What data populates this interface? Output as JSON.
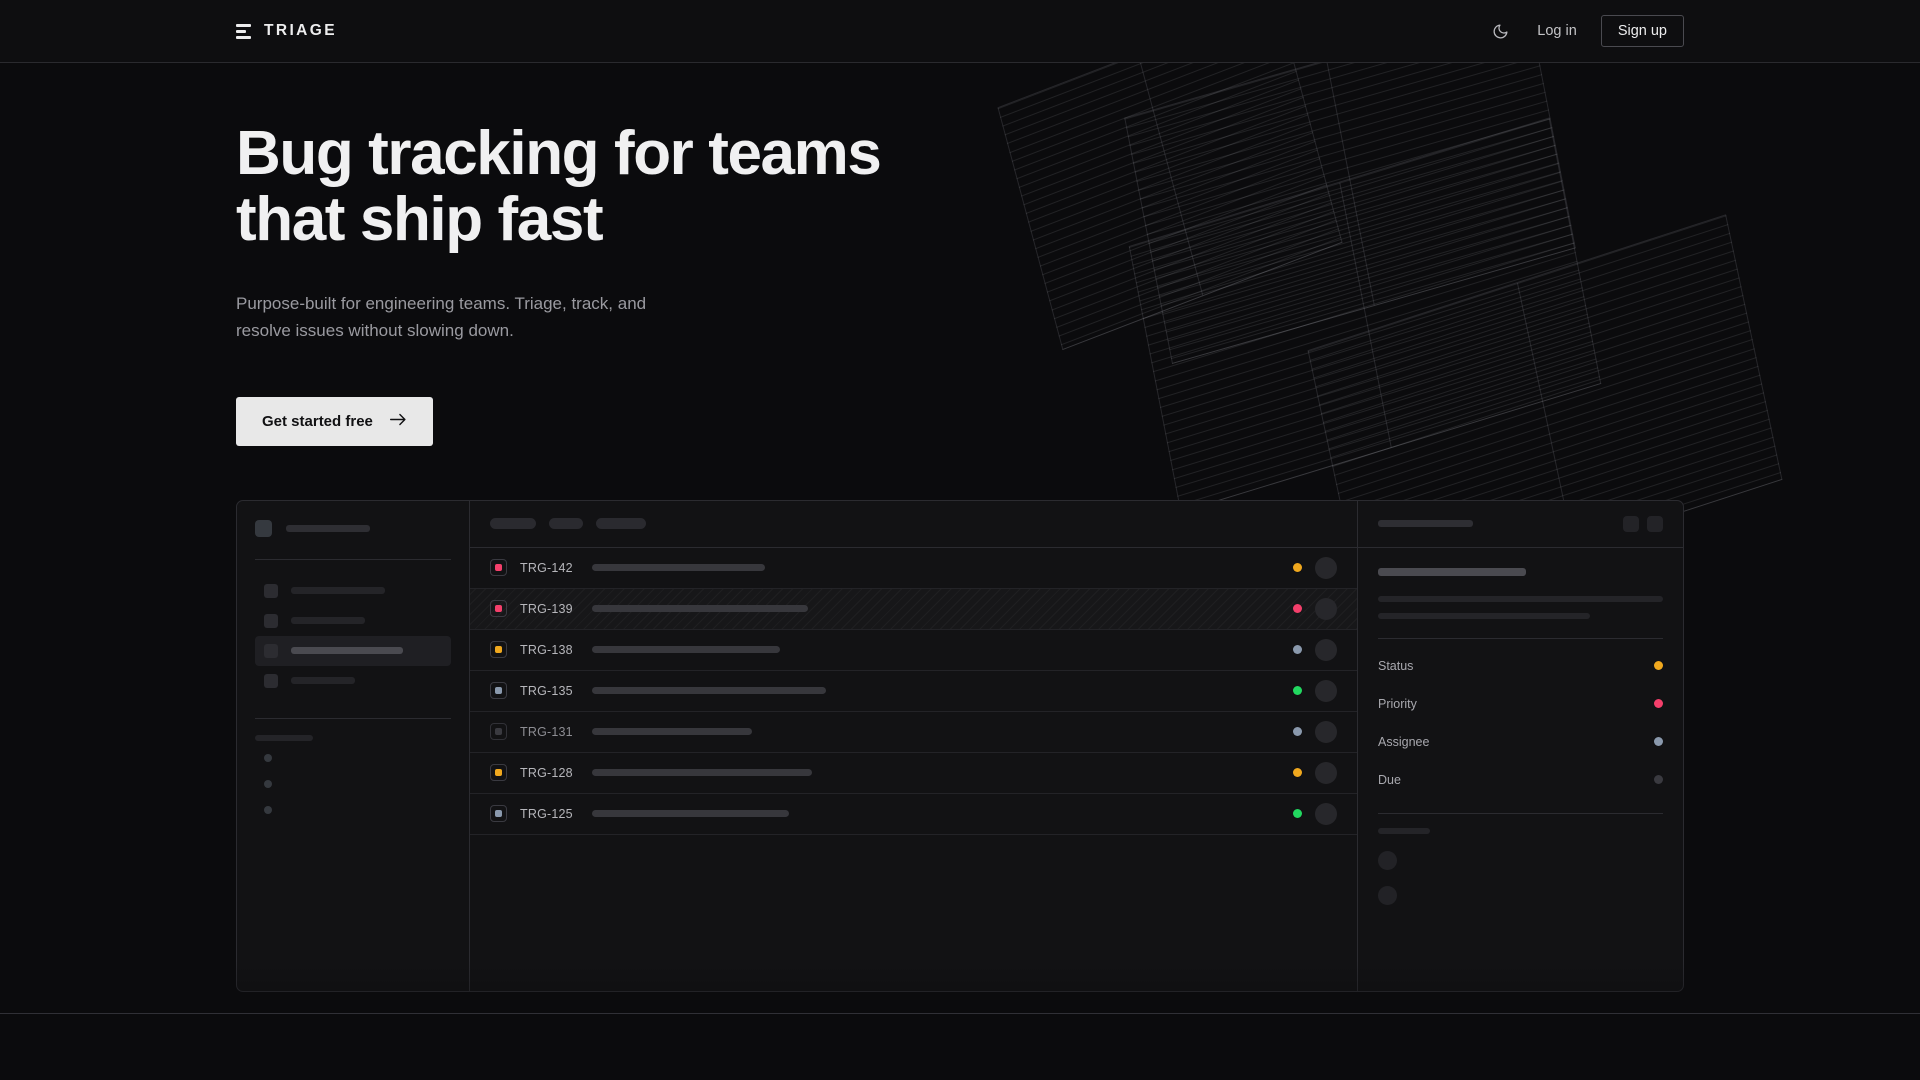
{
  "brand": {
    "name": "TRIAGE",
    "logo_icon": "triage-bars-icon"
  },
  "nav": {
    "theme_toggle_icon": "moon-icon",
    "login_label": "Log in",
    "signup_label": "Sign up"
  },
  "hero": {
    "title": "Bug tracking for teams\nthat ship fast",
    "subtitle": "Purpose-built for engineering teams. Triage, track, and\nresolve issues without slowing down.",
    "cta_label": "Get started free",
    "cta_icon": "arrow-right-icon"
  },
  "colors": {
    "page_bg": "#0b0b0d",
    "panel_bg": "#121214",
    "border": "#2b2b30",
    "accent_light": "#e8e8e8",
    "status_orange": "#f0a81e",
    "status_pink": "#f43f6b",
    "status_green": "#22d860",
    "status_slate": "#8a99ad",
    "status_muted": "#3a3a40"
  },
  "mockup": {
    "sidebar": {
      "logo_skeleton_width": 84,
      "nav_items": [
        {
          "name": "nav-1",
          "width": 94,
          "active": false
        },
        {
          "name": "nav-2",
          "width": 74,
          "active": false
        },
        {
          "name": "nav-3",
          "width": 112,
          "active": true
        },
        {
          "name": "nav-4",
          "width": 64,
          "active": false
        }
      ],
      "section_label_width": 58,
      "project_dots": 3
    },
    "toolbar": {
      "chips": [
        46,
        34,
        50
      ]
    },
    "issues": [
      {
        "id": "TRG-142",
        "priority_color": "#f43f6b",
        "priority_dim": false,
        "title_width": 173,
        "status_color": "#f0a81e",
        "selected": false
      },
      {
        "id": "TRG-139",
        "priority_color": "#f43f6b",
        "priority_dim": false,
        "title_width": 216,
        "status_color": "#f43f6b",
        "selected": true
      },
      {
        "id": "TRG-138",
        "priority_color": "#f0a81e",
        "priority_dim": false,
        "title_width": 188,
        "status_color": "#8a99ad",
        "selected": false
      },
      {
        "id": "TRG-135",
        "priority_color": "#8a99ad",
        "priority_dim": false,
        "title_width": 234,
        "status_color": "#22d860",
        "selected": false
      },
      {
        "id": "TRG-131",
        "priority_color": "#3a3a40",
        "priority_dim": true,
        "title_width": 160,
        "status_color": "#8a99ad",
        "selected": false
      },
      {
        "id": "TRG-128",
        "priority_color": "#f0a81e",
        "priority_dim": false,
        "title_width": 220,
        "status_color": "#f0a81e",
        "selected": false
      },
      {
        "id": "TRG-125",
        "priority_color": "#8a99ad",
        "priority_dim": false,
        "title_width": 197,
        "status_color": "#22d860",
        "selected": false
      }
    ],
    "detail": {
      "header_skeleton_width": 95,
      "header_buttons": [
        "detail-action-1",
        "detail-action-2"
      ],
      "title_skeleton_width": 148,
      "desc_lines": [
        285,
        212
      ],
      "meta": [
        {
          "label": "Status",
          "color": "#f0a81e"
        },
        {
          "label": "Priority",
          "color": "#f43f6b"
        },
        {
          "label": "Assignee",
          "color": "#8a99ad"
        },
        {
          "label": "Due",
          "color": "#3a3a40"
        }
      ],
      "activity_label_width": 52,
      "activity_avatars": 2
    }
  }
}
